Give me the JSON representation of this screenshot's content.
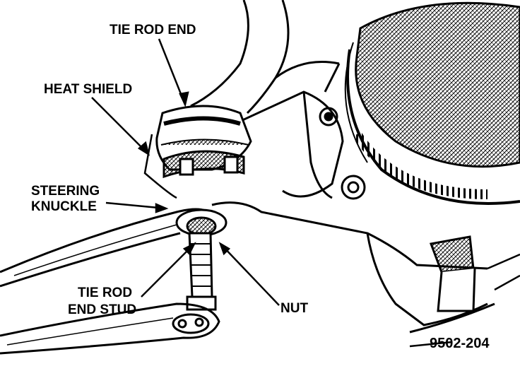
{
  "labels": {
    "tie_rod_end": "TIE ROD END",
    "heat_shield": "HEAT SHIELD",
    "steering_knuckle_line1": "STEERING",
    "steering_knuckle_line2": "KNUCKLE",
    "tie_rod_end_stud_line1": "TIE ROD",
    "tie_rod_end_stud_line2": "END STUD",
    "nut": "NUT"
  },
  "figure_number": "9502-204",
  "colors": {
    "ink": "#000000",
    "paper": "#ffffff"
  }
}
